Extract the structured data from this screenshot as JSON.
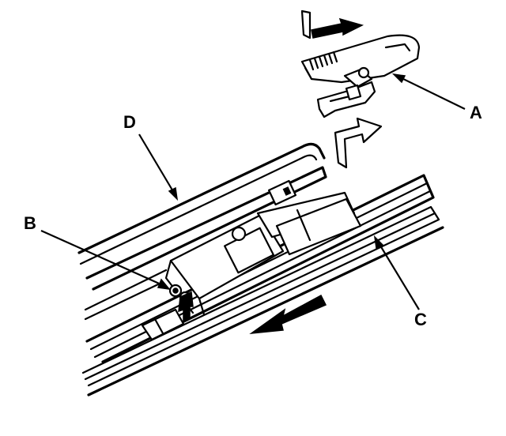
{
  "diagram": {
    "callouts": [
      {
        "id": "A",
        "label": "A"
      },
      {
        "id": "B",
        "label": "B"
      },
      {
        "id": "C",
        "label": "C"
      },
      {
        "id": "D",
        "label": "D"
      }
    ],
    "icons": {
      "direction_out": "arrow-right-icon",
      "direction_slide": "arrow-down-left-icon",
      "lift_up": "hollow-arrow-up-icon",
      "release_lock": "hollow-arrow-down-icon"
    },
    "colors": {
      "line": "#000000",
      "background": "#ffffff"
    }
  }
}
